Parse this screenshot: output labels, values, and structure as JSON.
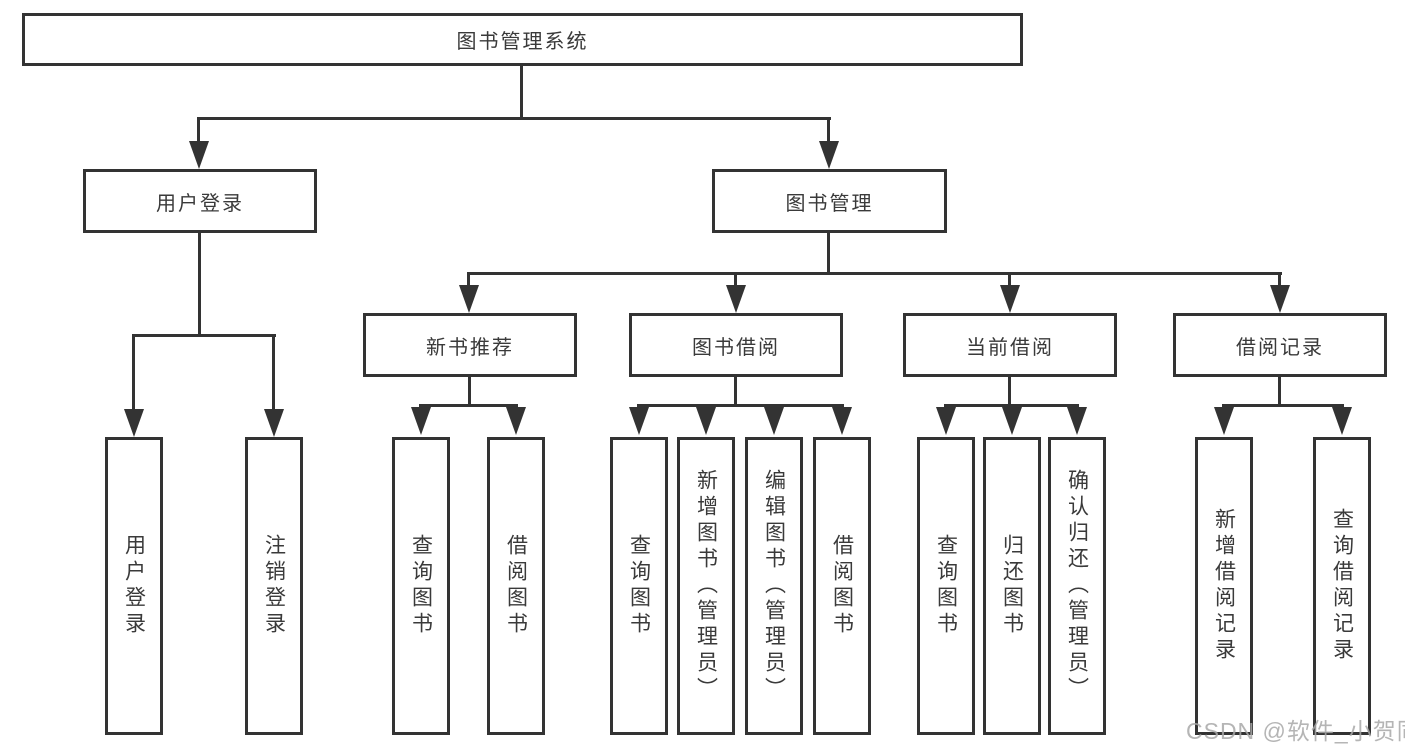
{
  "colors": {
    "line": "#333333",
    "text": "#3a3a3a",
    "background": "#ffffff",
    "watermark": "#a8a8a8"
  },
  "watermark": {
    "text": "CSDN @软件_小贺同学"
  },
  "tree": {
    "label": "图书管理系统",
    "children": [
      {
        "label": "用户登录",
        "children": [
          {
            "label": "用户登录"
          },
          {
            "label": "注销登录"
          }
        ]
      },
      {
        "label": "图书管理",
        "children": [
          {
            "label": "新书推荐",
            "children": [
              {
                "label": "查询图书"
              },
              {
                "label": "借阅图书"
              }
            ]
          },
          {
            "label": "图书借阅",
            "children": [
              {
                "label": "查询图书"
              },
              {
                "label": "新增图书（管理员）"
              },
              {
                "label": "编辑图书（管理员）"
              },
              {
                "label": "借阅图书"
              }
            ]
          },
          {
            "label": "当前借阅",
            "children": [
              {
                "label": "查询图书"
              },
              {
                "label": "归还图书"
              },
              {
                "label": "确认归还（管理员）"
              }
            ]
          },
          {
            "label": "借阅记录",
            "children": [
              {
                "label": "新增借阅记录"
              },
              {
                "label": "查询借阅记录"
              }
            ]
          }
        ]
      }
    ]
  }
}
